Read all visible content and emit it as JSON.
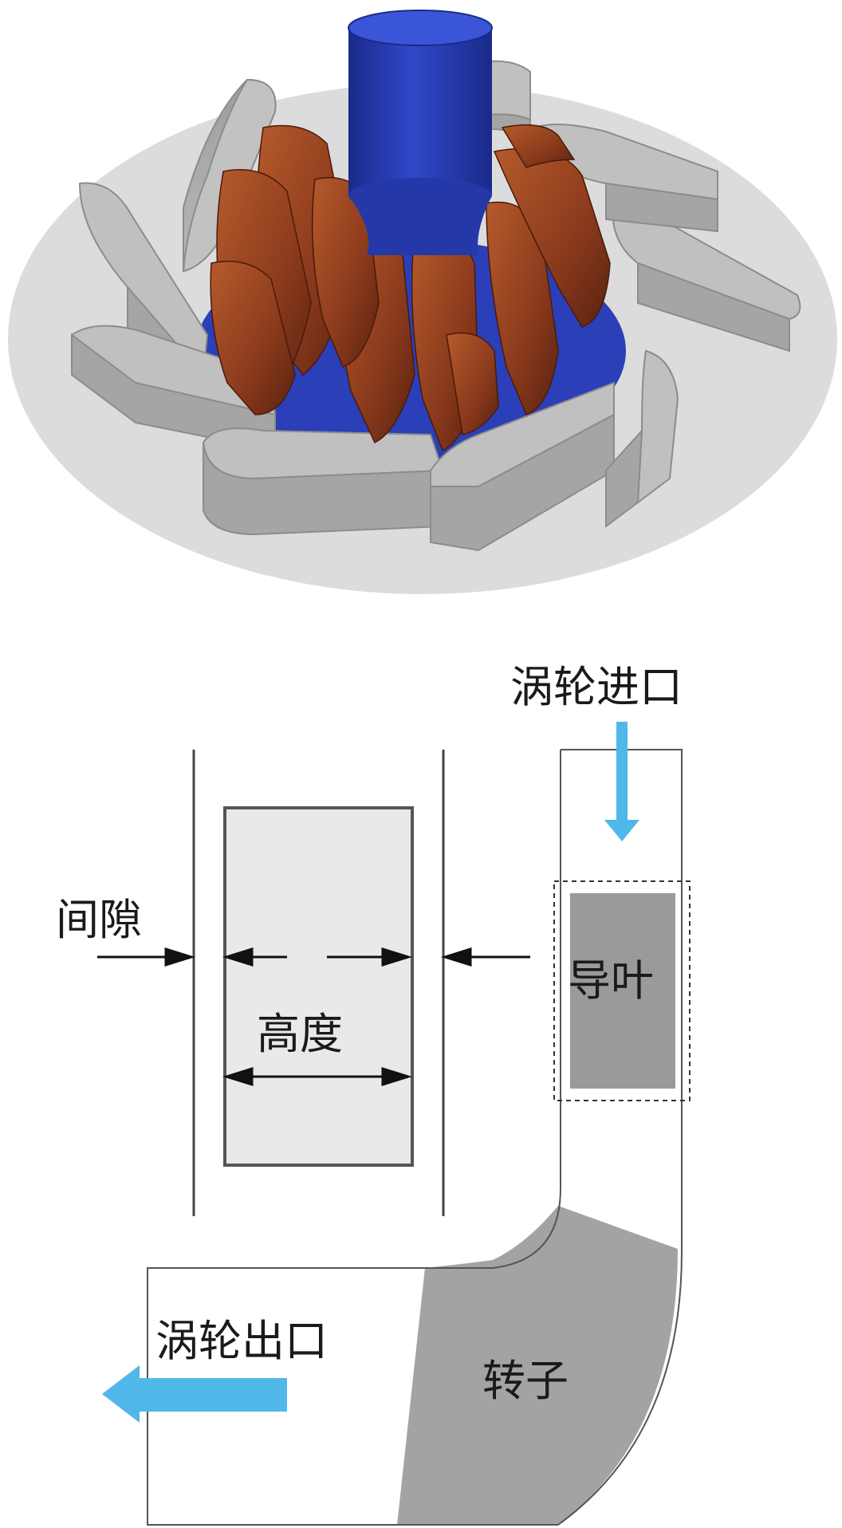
{
  "labels": {
    "turbine_inlet": "涡轮进口",
    "gap": "间隙",
    "height": "高度",
    "guide_vane": "导叶",
    "turbine_outlet": "涡轮出口",
    "rotor": "转子"
  },
  "colors": {
    "shaft_blue": "#2a3fb8",
    "blade_copper": "#8a3a1c",
    "vane_gray": "#a9a9a9",
    "base_disc": "#dcdcdc",
    "flow_arrow": "#4fb8e8",
    "rotor_gray": "#a3a3a3",
    "guide_vane_gray": "#9a9a9a",
    "blade_box_fill": "#e9e9e9"
  },
  "blade_count": 10,
  "nozzle_vane_count": 10
}
